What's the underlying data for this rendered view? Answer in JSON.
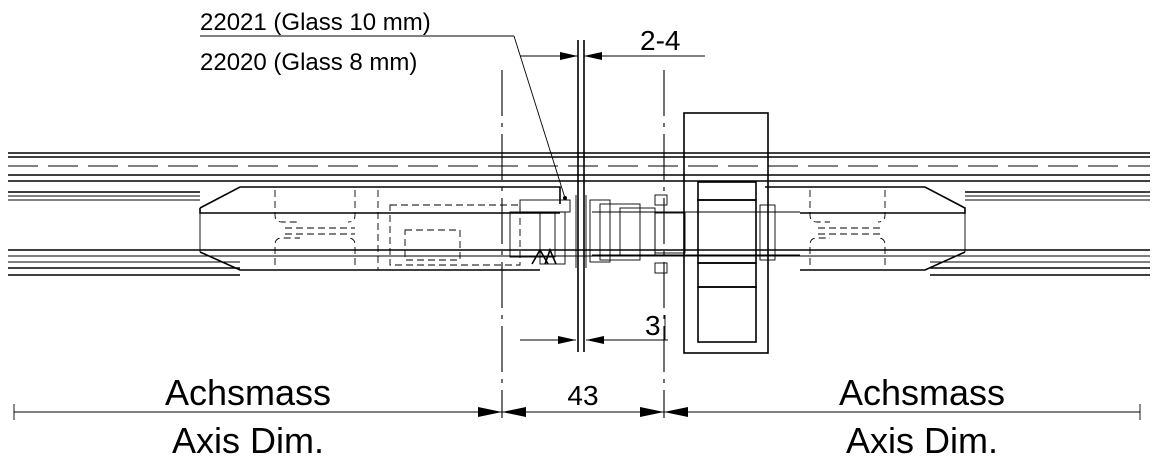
{
  "labels": {
    "part_glass_10": "22021 (Glass 10 mm)",
    "part_glass_8": "22020 (Glass 8 mm)",
    "gap_top": "2-4",
    "gap_bottom": "3",
    "center_dim": "43",
    "left_de": "Achsmass",
    "left_en": "Axis Dim.",
    "right_de": "Achsmass",
    "right_en": "Axis Dim."
  }
}
